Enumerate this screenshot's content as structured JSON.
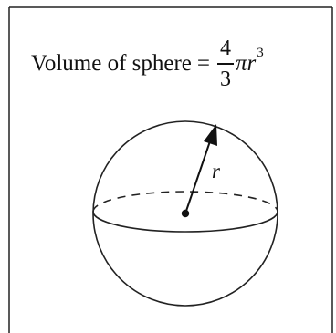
{
  "formula": {
    "prefix": "Volume of sphere",
    "equals": "=",
    "numerator": "4",
    "denominator": "3",
    "variable": "πr",
    "exponent": "3"
  },
  "diagram": {
    "radius_label": "r"
  }
}
